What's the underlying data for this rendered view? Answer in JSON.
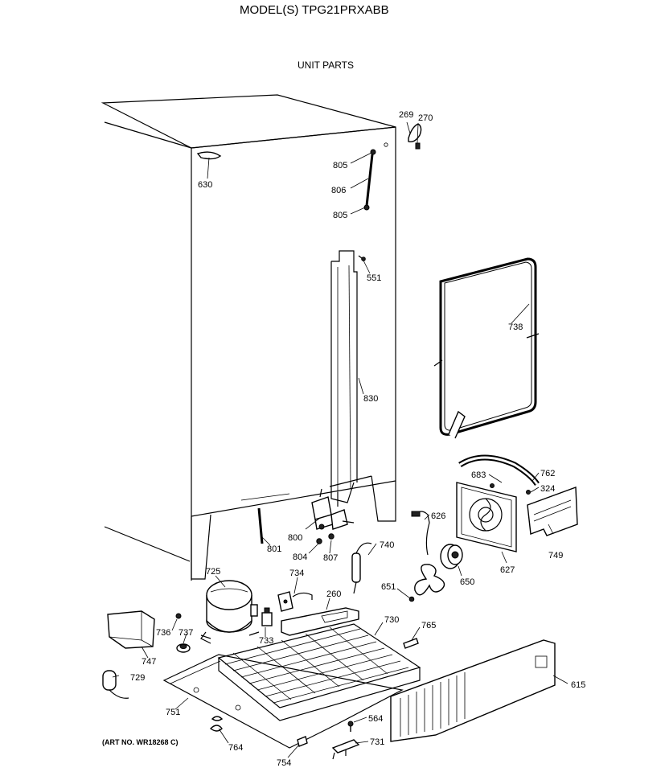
{
  "header": {
    "model": "MODEL(S) TPG21PRXABB",
    "section": "UNIT PARTS"
  },
  "footer": {
    "art_no": "(ART NO. WR18268 C)"
  },
  "callouts": {
    "p269": "269",
    "p270": "270",
    "p630": "630",
    "p805a": "805",
    "p806": "806",
    "p805b": "805",
    "p551": "551",
    "p738": "738",
    "p830": "830",
    "p683": "683",
    "p762": "762",
    "p324": "324",
    "p626": "626",
    "p749": "749",
    "p627": "627",
    "p650": "650",
    "p800": "800",
    "p801": "801",
    "p804": "804",
    "p807": "807",
    "p740": "740",
    "p725": "725",
    "p734": "734",
    "p260": "260",
    "p651": "651",
    "p730": "730",
    "p765": "765",
    "p736": "736",
    "p737": "737",
    "p733": "733",
    "p747": "747",
    "p729": "729",
    "p615": "615",
    "p751": "751",
    "p564": "564",
    "p731": "731",
    "p764": "764",
    "p754": "754"
  }
}
